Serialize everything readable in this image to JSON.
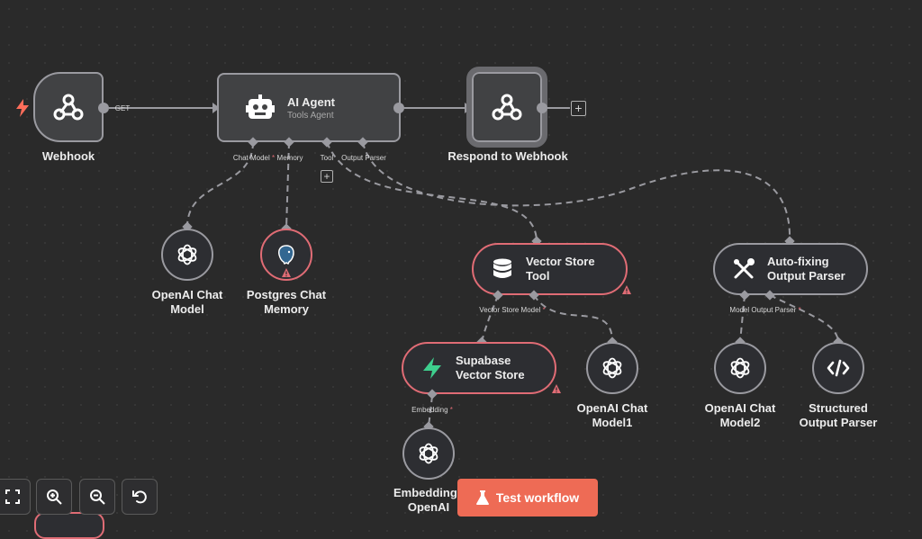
{
  "nodes": {
    "webhook": {
      "label": "Webhook",
      "icon": "webhook-icon"
    },
    "ai_agent": {
      "title": "AI Agent",
      "subtitle": "Tools Agent",
      "icon": "robot-icon"
    },
    "respond": {
      "label": "Respond to Webhook",
      "icon": "webhook-icon"
    },
    "openai_chat": {
      "label_line1": "OpenAI Chat",
      "label_line2": "Model",
      "icon": "openai-icon"
    },
    "postgres": {
      "label_line1": "Postgres Chat",
      "label_line2": "Memory",
      "icon": "postgres-elephant-icon"
    },
    "vector_tool": {
      "line1": "Vector Store",
      "line2": "Tool",
      "icon": "database-icon"
    },
    "autofix": {
      "line1": "Auto-fixing",
      "line2": "Output Parser",
      "icon": "tools-icon"
    },
    "supabase": {
      "line1": "Supabase",
      "line2": "Vector Store",
      "icon": "supabase-icon"
    },
    "openai_chat1": {
      "label_line1": "OpenAI Chat",
      "label_line2": "Model1",
      "icon": "openai-icon"
    },
    "openai_chat2": {
      "label_line1": "OpenAI Chat",
      "label_line2": "Model2",
      "icon": "openai-icon"
    },
    "structured": {
      "label_line1": "Structured",
      "label_line2": "Output Parser",
      "icon": "code-icon"
    },
    "embeddings": {
      "label_line1": "Embeddings",
      "label_line2": "OpenAI",
      "icon": "openai-icon"
    }
  },
  "connections": {
    "get": "GET",
    "chat_model": "Chat Model",
    "memory": "Memory",
    "tool": "Tool",
    "output_parser": "Output Parser",
    "vector_store_model": "Vector Store Model",
    "model_output_parser": "Model Output Parser",
    "embedding": "Embedding",
    "required_marker": "*"
  },
  "controls": {
    "fit_view": "fit-view-icon",
    "zoom_in": "zoom-in-icon",
    "zoom_out": "zoom-out-icon",
    "reset_zoom": "undo-icon"
  },
  "test_button": {
    "label": "Test workflow",
    "icon": "flask-icon"
  },
  "colors": {
    "background": "#2a2a2a",
    "node_border": "#9a9aa0",
    "error": "#e06c75",
    "accent": "#ee6b55",
    "trigger_bolt": "#ff6d5a"
  }
}
